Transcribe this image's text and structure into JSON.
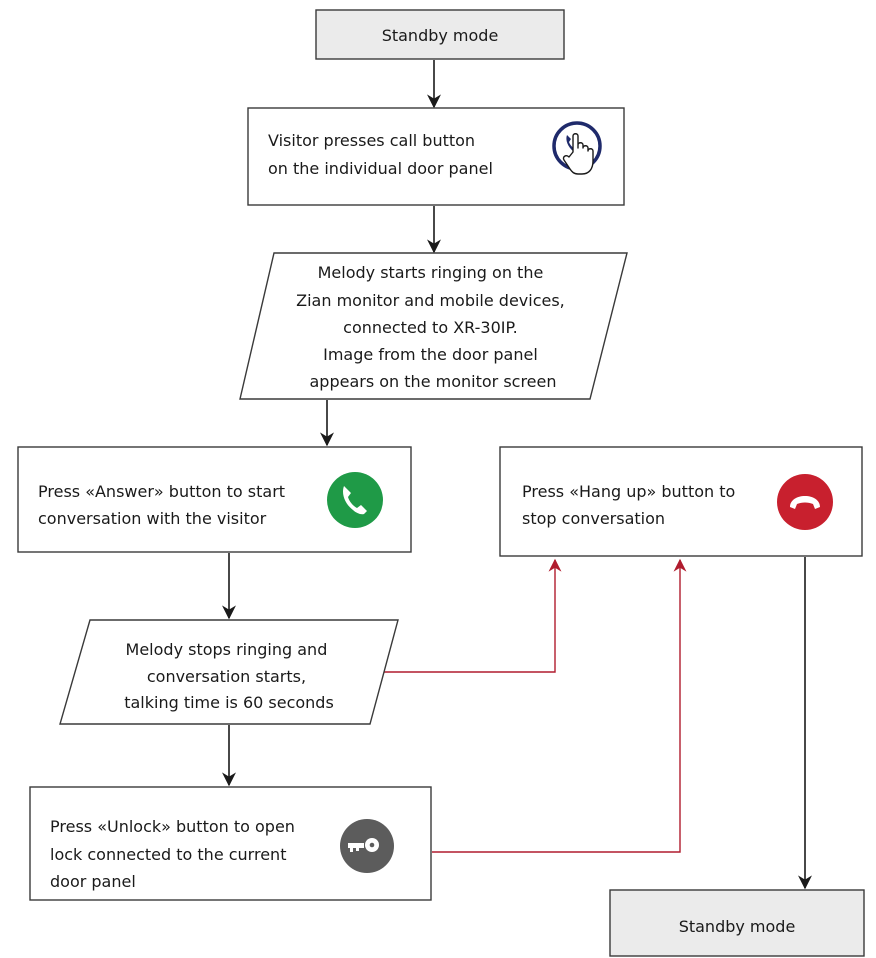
{
  "nodes": {
    "standby_top": {
      "label": "Standby mode"
    },
    "visitor_call": {
      "lines": [
        "Visitor presses call button",
        "on the individual door panel"
      ],
      "icon": "call-button-press-icon"
    },
    "melody_ringing": {
      "lines": [
        "Melody starts ringing on the",
        "Zian monitor and mobile devices,",
        "connected to XR-30IP.",
        "Image from the door panel",
        "appears on the monitor screen"
      ]
    },
    "press_answer": {
      "lines": [
        "Press «Answer» button to start",
        "conversation with the visitor"
      ],
      "icon": "answer-call-icon"
    },
    "press_hangup": {
      "lines": [
        "Press «Hang up» button to",
        "stop conversation"
      ],
      "icon": "hang-up-icon"
    },
    "conversation": {
      "lines": [
        "Melody stops ringing and",
        "conversation starts,",
        "talking  time is 60 seconds"
      ]
    },
    "press_unlock": {
      "lines": [
        "Press «Unlock» button to open",
        "lock connected to the current",
        "door panel"
      ],
      "icon": "unlock-key-icon"
    },
    "standby_bottom": {
      "label": "Standby mode"
    }
  },
  "colors": {
    "answer_green": "#1f9a47",
    "hangup_red": "#c8202e",
    "unlock_grey": "#5c5c5c",
    "call_navy": "#1f2a6b",
    "connector_red": "#b01c2e",
    "standby_fill": "#ebebeb"
  }
}
